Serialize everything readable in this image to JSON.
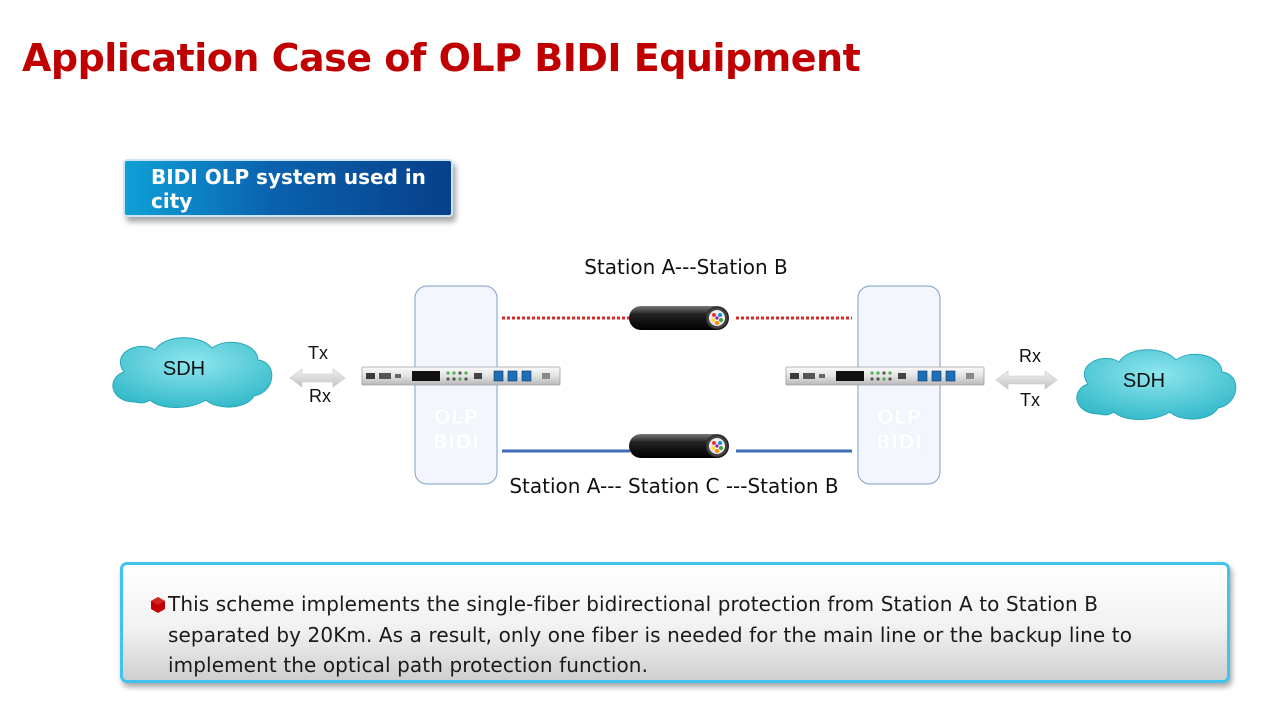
{
  "slide": {
    "title": "Application Case of OLP BIDI Equipment",
    "badge_text": "BIDI OLP system used in city"
  },
  "diagram": {
    "top_link_label": "Station A---Station B",
    "bottom_link_label": "Station A--- Station C ---Station B",
    "left_cloud_label": "SDH",
    "right_cloud_label": "SDH",
    "left_tx": "Tx",
    "left_rx": "Rx",
    "right_rx": "Rx",
    "right_tx": "Tx",
    "left_panel_label_line1": "OLP",
    "left_panel_label_line2": "BIDI",
    "right_panel_label_line1": "OLP",
    "right_panel_label_line2": "BIDI"
  },
  "info": {
    "text": " This scheme implements the single-fiber bidirectional protection from Station A to Station B separated by 20Km. As a result, only one fiber is needed for the main line or the backup line to implement the optical path protection function."
  },
  "colors": {
    "title": "#c00000",
    "primary_fiber": "#d62b2b",
    "backup_fiber": "#3d6db5",
    "cloud": "#5fd3df",
    "box_border": "#40c4ee"
  },
  "icons": [
    "hexagon-bullet-icon",
    "fiber-cable-icon",
    "cloud-icon",
    "double-arrow-icon",
    "rack-device-icon"
  ]
}
